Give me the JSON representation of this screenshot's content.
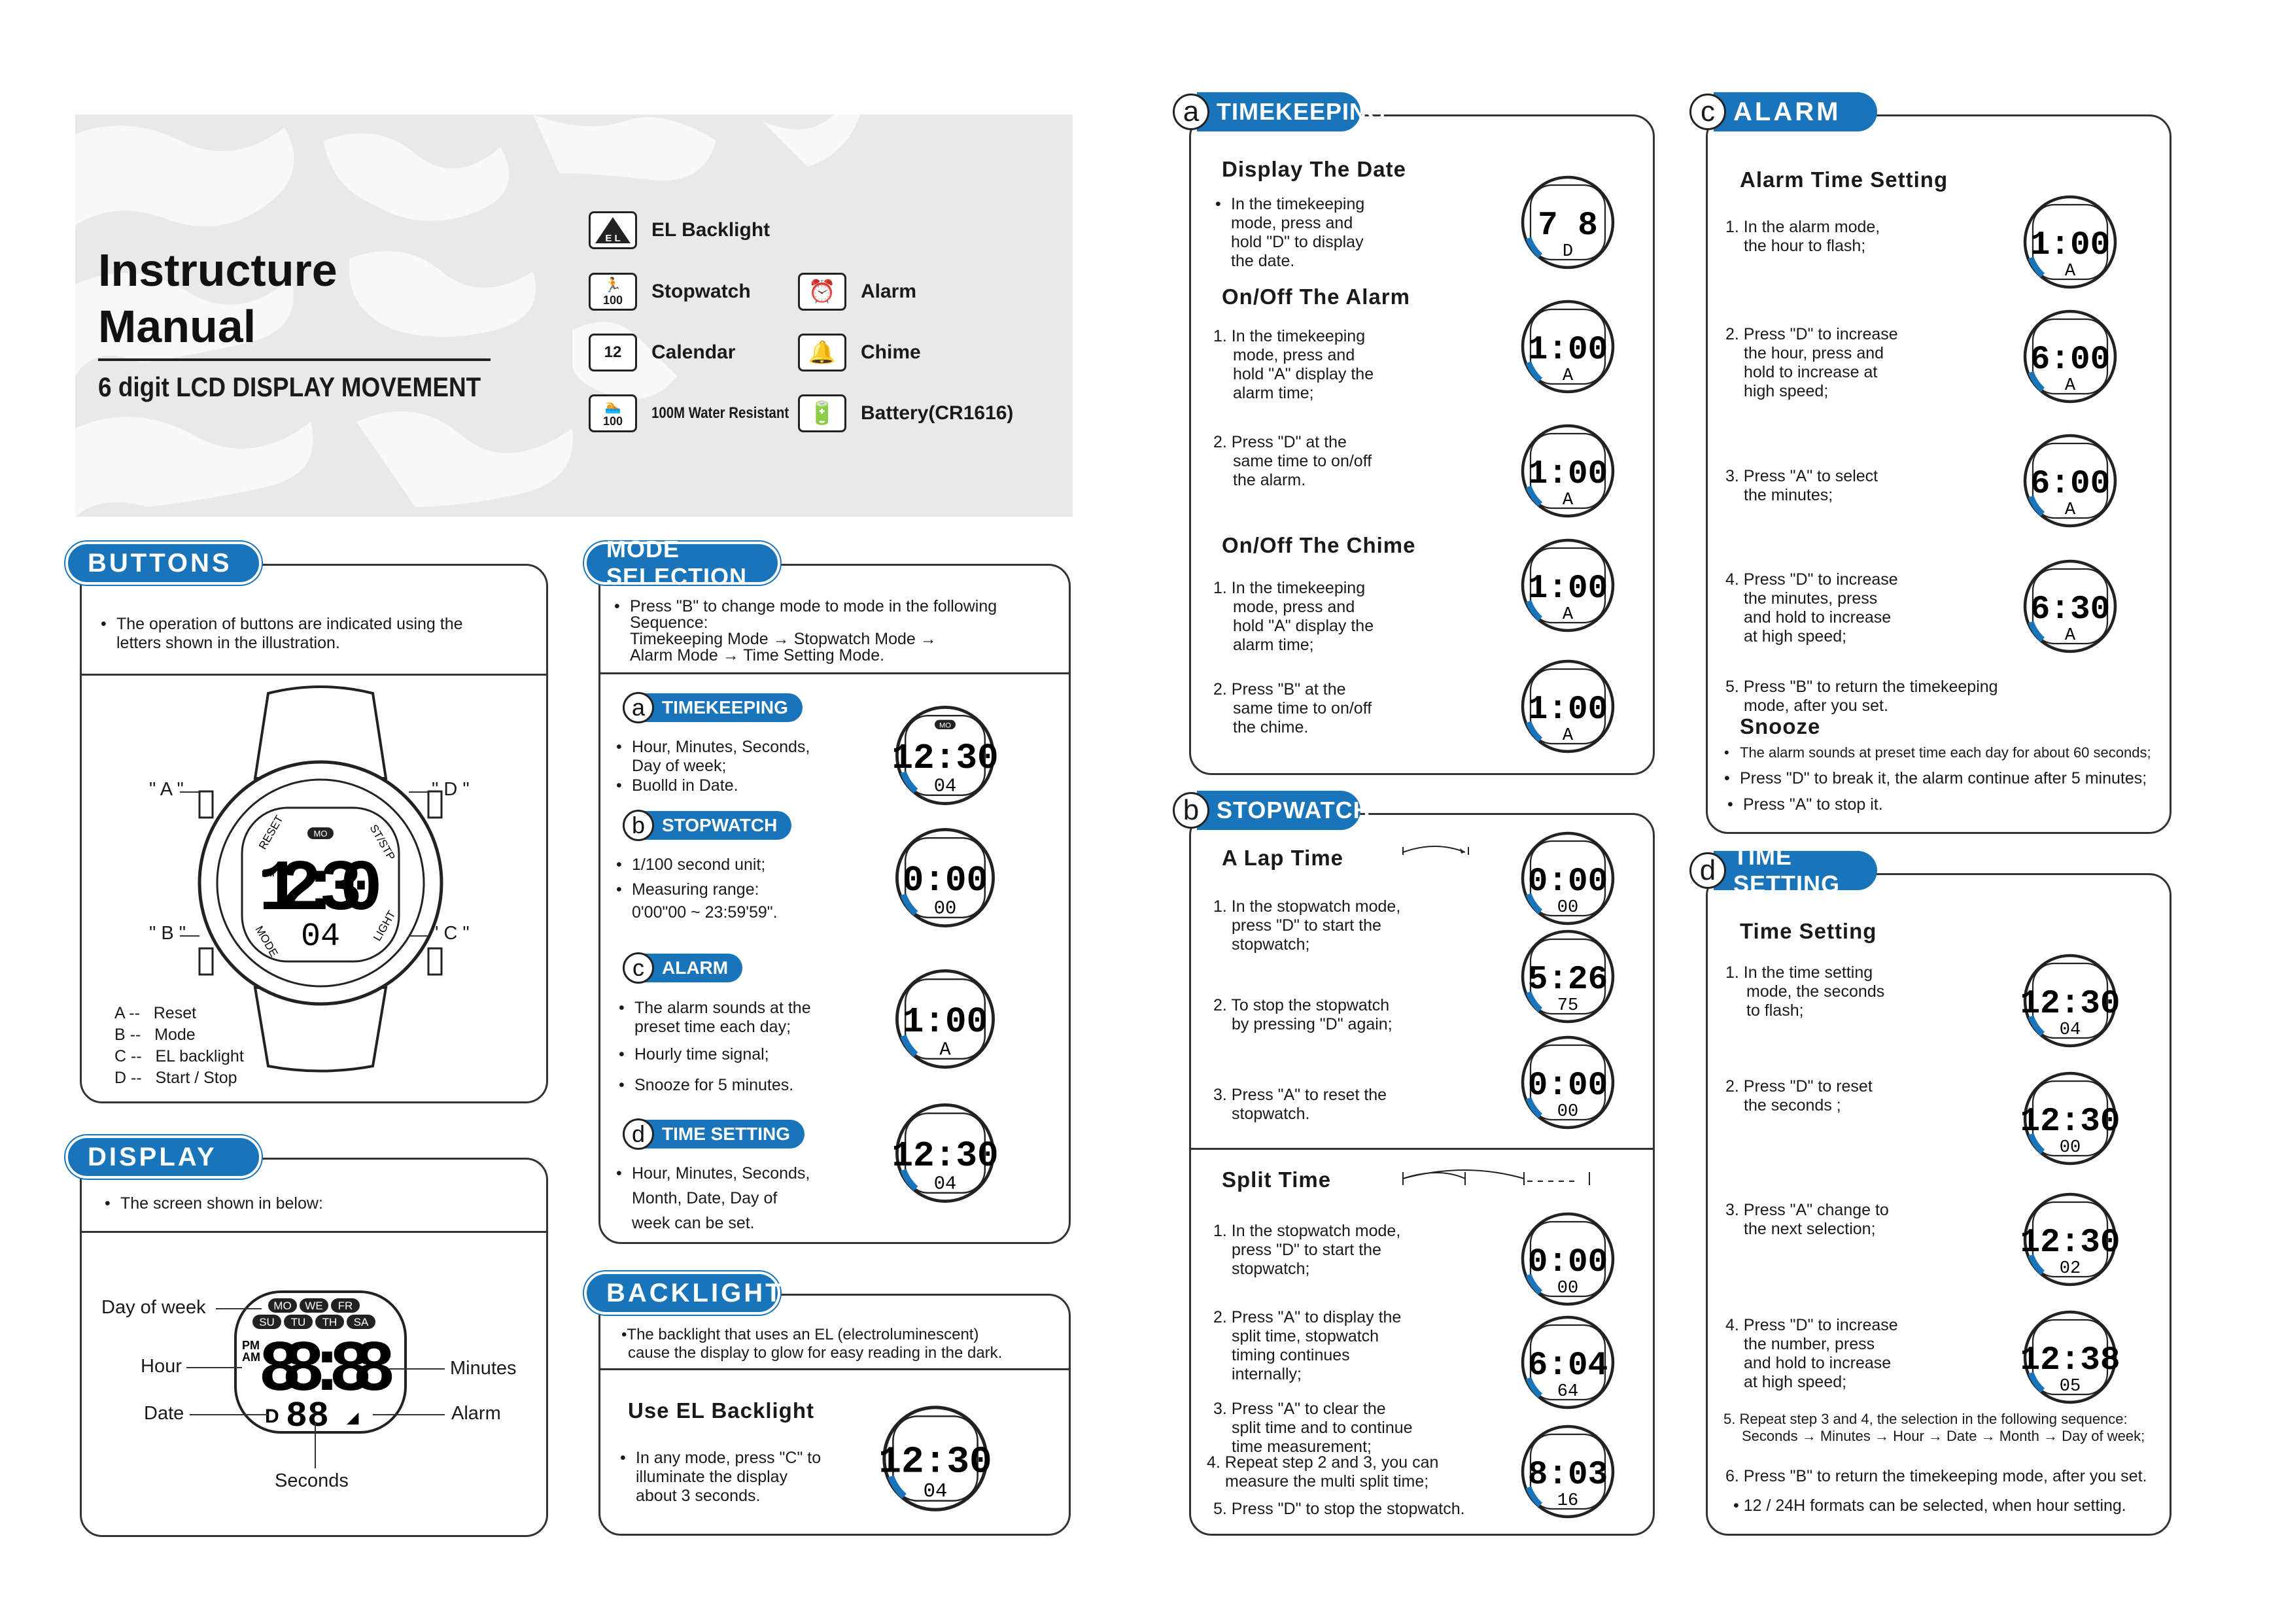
{
  "cover": {
    "title_line1": "Instructure",
    "title_line2": "Manual",
    "subtitle": "6 digit LCD DISPLAY MOVEMENT",
    "features": [
      {
        "label": "EL Backlight",
        "icon": "el-backlight-icon",
        "badge": "E L"
      },
      {
        "label": "Stopwatch",
        "icon": "stopwatch-icon",
        "badge": "100"
      },
      {
        "label": "Alarm",
        "icon": "alarm-clock-icon"
      },
      {
        "label": "Calendar",
        "icon": "calendar-icon",
        "badge": "12"
      },
      {
        "label": "Chime",
        "icon": "chime-bell-icon"
      },
      {
        "label": "100M Water Resistant",
        "icon": "water-resistant-icon",
        "badge": "100"
      },
      {
        "label": "Battery(CR1616)",
        "icon": "battery-icon"
      }
    ]
  },
  "buttons": {
    "header": "BUTTONS",
    "intro_line1": "The operation of  buttons are indicated using the",
    "intro_line2": "letters shown in the illustration.",
    "label_a": "\" A \"",
    "label_b": "\" B \"",
    "label_c": "\" C \"",
    "label_d": "\" D \"",
    "bezel_reset": "RESET",
    "bezel_start": "ST/STP",
    "bezel_mode": "MODE",
    "bezel_light": "LIGHT",
    "legend": [
      {
        "key": "A --",
        "value": "Reset"
      },
      {
        "key": "B --",
        "value": "Mode"
      },
      {
        "key": "C --",
        "value": "EL backlight"
      },
      {
        "key": "D --",
        "value": "Start / Stop"
      }
    ]
  },
  "display": {
    "header": "DISPLAY",
    "intro": "The screen shown in below:",
    "label_day": "Day of week",
    "label_hour": "Hour",
    "label_date": "Date",
    "label_minutes": "Minutes",
    "label_alarm": "Alarm",
    "label_seconds": "Seconds",
    "days_top": [
      "MO",
      "WE",
      "FR"
    ],
    "days_bottom": [
      "SU",
      "TU",
      "TH",
      "SA"
    ],
    "pm": "PM",
    "am": "AM",
    "digits": "88:88",
    "small_digits": "88",
    "date_marker": "D"
  },
  "mode_selection": {
    "header": "MODE SELECTION",
    "intro_line1": "Press \"B\" to change mode to mode in the following",
    "intro_line2": "Sequence:",
    "intro_line3": "Timekeeping Mode → Stopwatch Mode →",
    "intro_line4": "Alarm Mode → Time Setting  Mode.",
    "modes": [
      {
        "letter": "a",
        "name": "TIMEKEEPING",
        "lines": [
          "Hour, Minutes, Seconds,",
          "Day of week;",
          "Buolld in Date."
        ]
      },
      {
        "letter": "b",
        "name": "STOPWATCH",
        "lines": [
          "1/100 second unit;",
          "Measuring range:",
          "0'00\"00 ~ 23:59'59\"."
        ]
      },
      {
        "letter": "c",
        "name": "ALARM",
        "lines": [
          "The alarm sounds at the",
          "preset time each day;",
          "Hourly time signal;",
          "Snooze for 5 minutes."
        ]
      },
      {
        "letter": "d",
        "name": "TIME SETTING",
        "lines": [
          "Hour, Minutes, Seconds,",
          "Month,  Date, Day of",
          "week can be set."
        ]
      }
    ]
  },
  "backlight": {
    "header": "BACKLIGHT",
    "intro_line1": "•The backlight that uses an EL (electroluminescent)",
    "intro_line2": "cause the display to glow for easy reading in the dark.",
    "title": "Use EL Backlight",
    "body_line1": "In any mode, press \"C\" to",
    "body_line2": "illuminate the display",
    "body_line3": "about 3 seconds."
  },
  "timekeeping": {
    "letter": "a",
    "header": "TIMEKEEPING",
    "s1_title": "Display The Date",
    "s1_lines": [
      "In the timekeeping",
      "mode, press and",
      "hold \"D\" to display",
      "the date."
    ],
    "s2_title": "On/Off The Alarm",
    "s2_lines": [
      "1. In the timekeeping",
      "mode, press and",
      "hold \"A\" display the",
      "alarm time;"
    ],
    "s2b_lines": [
      "2. Press \"D\" at the",
      "same time to on/off",
      "the alarm."
    ],
    "s3_title": "On/Off The Chime",
    "s3_lines": [
      "1. In the timekeeping",
      "mode, press and",
      "hold \"A\" display the",
      "alarm time;"
    ],
    "s3b_lines": [
      "2. Press \"B\" at the",
      "same time to on/off",
      "the chime."
    ]
  },
  "stopwatch": {
    "letter": "b",
    "header": "STOPWATCH",
    "lap_title": "A  Lap  Time",
    "lap1": [
      "1. In the stopwatch mode,",
      "press \"D\" to start the",
      "stopwatch;"
    ],
    "lap2": [
      "2. To stop the stopwatch",
      "by pressing \"D\" again;"
    ],
    "lap3": [
      "3. Press \"A\" to reset the",
      "stopwatch."
    ],
    "split_title": "Split  Time",
    "split1": [
      "1. In the stopwatch mode,",
      "press \"D\" to start the",
      "stopwatch;"
    ],
    "split2": [
      "2. Press \"A\" to display the",
      "split  time, stopwatch",
      "timing continues",
      "internally;"
    ],
    "split3": [
      "3. Press \"A\" to clear the",
      "split time and to continue",
      "time measurement;"
    ],
    "split4": [
      "4. Repeat step 2 and 3, you can",
      "measure  the multi split time;"
    ],
    "split5": "5. Press \"D\" to stop the stopwatch."
  },
  "alarm": {
    "letter": "c",
    "header": "ALARM",
    "title": "Alarm Time Setting",
    "step1": [
      "1. In the alarm mode,",
      "the hour to flash;"
    ],
    "step2": [
      "2. Press \"D\" to increase",
      "the hour, press and",
      "hold to increase at",
      "high speed;"
    ],
    "step3": [
      "3. Press \"A\" to select",
      "the minutes;"
    ],
    "step4": [
      "4. Press \"D\" to increase",
      "the minutes, press",
      "and hold to increase",
      "at high speed;"
    ],
    "step5": [
      "5. Press \"B\" to return the timekeeping",
      "mode, after you set."
    ],
    "snooze_title": "Snooze",
    "snooze1": "The alarm sounds at preset time each day for about 60 seconds;",
    "snooze2": "Press \"D\" to break it, the alarm continue after 5 minutes;",
    "snooze3": "Press \"A\" to stop it."
  },
  "timesetting": {
    "letter": "d",
    "header": "TIME SETTING",
    "title": "Time Setting",
    "step1": [
      "1.  In the time setting",
      "mode, the seconds",
      "to flash;"
    ],
    "step2": [
      "2. Press \"D\" to reset",
      "the seconds ;"
    ],
    "step3": [
      "3. Press \"A\" change to",
      "the next selection;"
    ],
    "step4": [
      "4. Press \"D\" to increase",
      "the number, press",
      "and hold to increase",
      "at high speed;"
    ],
    "step5": [
      "5. Repeat step 3 and 4, the selection in the following sequence:",
      "Seconds → Minutes → Hour → Date → Month → Day of week;"
    ],
    "step6": "6. Press \"B\" to return the timekeeping mode, after you set.",
    "step7": "• 12 / 24H formats can be selected, when hour setting."
  },
  "watches": {
    "mode_a": {
      "main": "12:30",
      "sub": "04",
      "days": "MO"
    },
    "mode_b": {
      "main": "0:00",
      "sub": "00"
    },
    "mode_c": {
      "main": "1:00",
      "sub": "A"
    },
    "mode_d": {
      "main": "12:30",
      "sub": "04"
    },
    "tk_date": {
      "main": "7  8",
      "sub": "D"
    },
    "tk_alarm1": {
      "main": "1:00",
      "sub": "A"
    },
    "tk_alarm2": {
      "main": "1:00",
      "sub": "A"
    },
    "tk_chime1": {
      "main": "1:00",
      "sub": "A"
    },
    "tk_chime2": {
      "main": "1:00",
      "sub": "A"
    },
    "sw_lap1": {
      "main": "0:00",
      "sub": "00"
    },
    "sw_lap2": {
      "main": "5:26",
      "sub": "75"
    },
    "sw_lap3": {
      "main": "0:00",
      "sub": "00"
    },
    "sw_split1": {
      "main": "0:00",
      "sub": "00"
    },
    "sw_split2": {
      "main": "6:04",
      "sub": "64"
    },
    "sw_split3": {
      "main": "8:03",
      "sub": "16"
    },
    "al1": {
      "main": "1:00",
      "sub": "A"
    },
    "al2": {
      "main": "6:00",
      "sub": "A"
    },
    "al3": {
      "main": "6:00",
      "sub": "A"
    },
    "al4": {
      "main": "6:30",
      "sub": "A"
    },
    "ts1": {
      "main": "12:30",
      "sub": "04"
    },
    "ts2": {
      "main": "12:30",
      "sub": "00"
    },
    "ts3": {
      "main": "12:30",
      "sub": "02"
    },
    "ts4": {
      "main": "12:38",
      "sub": "05"
    },
    "bl": {
      "main": "12:30",
      "sub": "04"
    },
    "main_watch": {
      "main": "12:30",
      "sub": "04",
      "day": "MO",
      "pm": "PM"
    }
  },
  "colors": {
    "accent": "#1a74b9"
  }
}
